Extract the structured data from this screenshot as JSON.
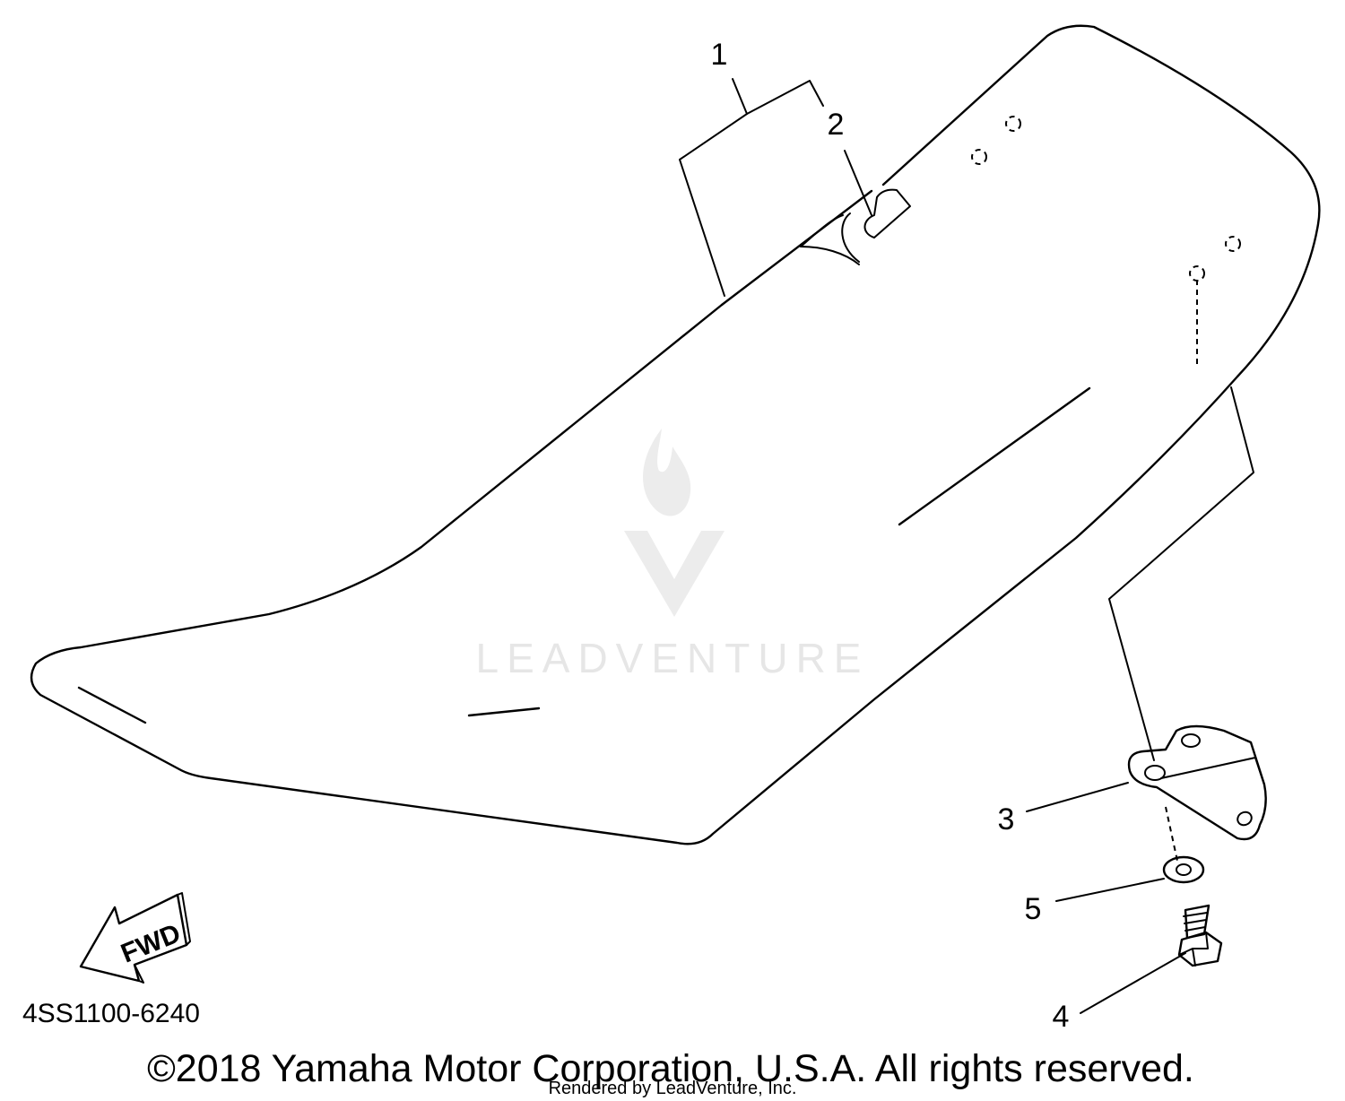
{
  "callouts": [
    {
      "number": "1"
    },
    {
      "number": "2"
    },
    {
      "number": "3"
    },
    {
      "number": "4"
    },
    {
      "number": "5"
    }
  ],
  "fwd_label": "FWD",
  "part_code": "4SS1100-6240",
  "copyright": "©2018 Yamaha Motor Corporation, U.S.A. All rights reserved.",
  "rendered_by": "Rendered by LeadVenture, Inc.",
  "watermark": "LEADVENTURE",
  "icons": [
    "fwd-arrow-icon",
    "leadventure-logo-icon"
  ]
}
